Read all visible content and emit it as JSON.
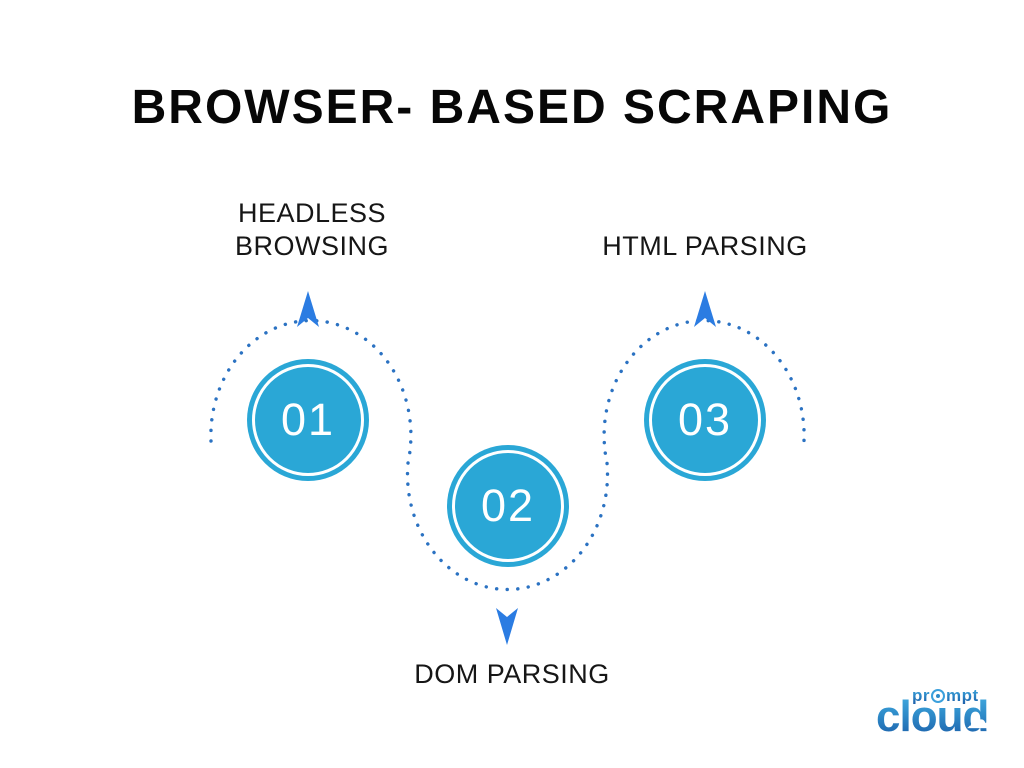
{
  "title": "BROWSER- BASED SCRAPING",
  "steps": [
    {
      "number": "01",
      "label_line1": "HEADLESS",
      "label_line2": "BROWSING"
    },
    {
      "number": "02",
      "label_line1": "DOM PARSING"
    },
    {
      "number": "03",
      "label_line1": "HTML PARSING"
    }
  ],
  "logo": {
    "prefix": "pr",
    "suffix": "mpt",
    "word": "cloud",
    "cloud_glyph": "☁"
  },
  "icons": {
    "arrow-up-icon": "notched triangle pointing up (svg polygon)",
    "arrow-down-icon": "notched triangle pointing down (svg polygon)",
    "target-icon": "crosshair circle replacing the o in prompt",
    "cloud-icon": "☁ white cloud over the d of cloud"
  },
  "colors": {
    "background": "#FFFFFF",
    "circle_fill": "#2AA7D6",
    "circle_ring": "#FFFFFF",
    "dotted_path": "#2B72C2",
    "arrow": "#2B7CE2",
    "title_text": "#070707",
    "label_text": "#161616",
    "logo_gradient_top": "#41AADF",
    "logo_gradient_bottom": "#1C5FA9"
  }
}
